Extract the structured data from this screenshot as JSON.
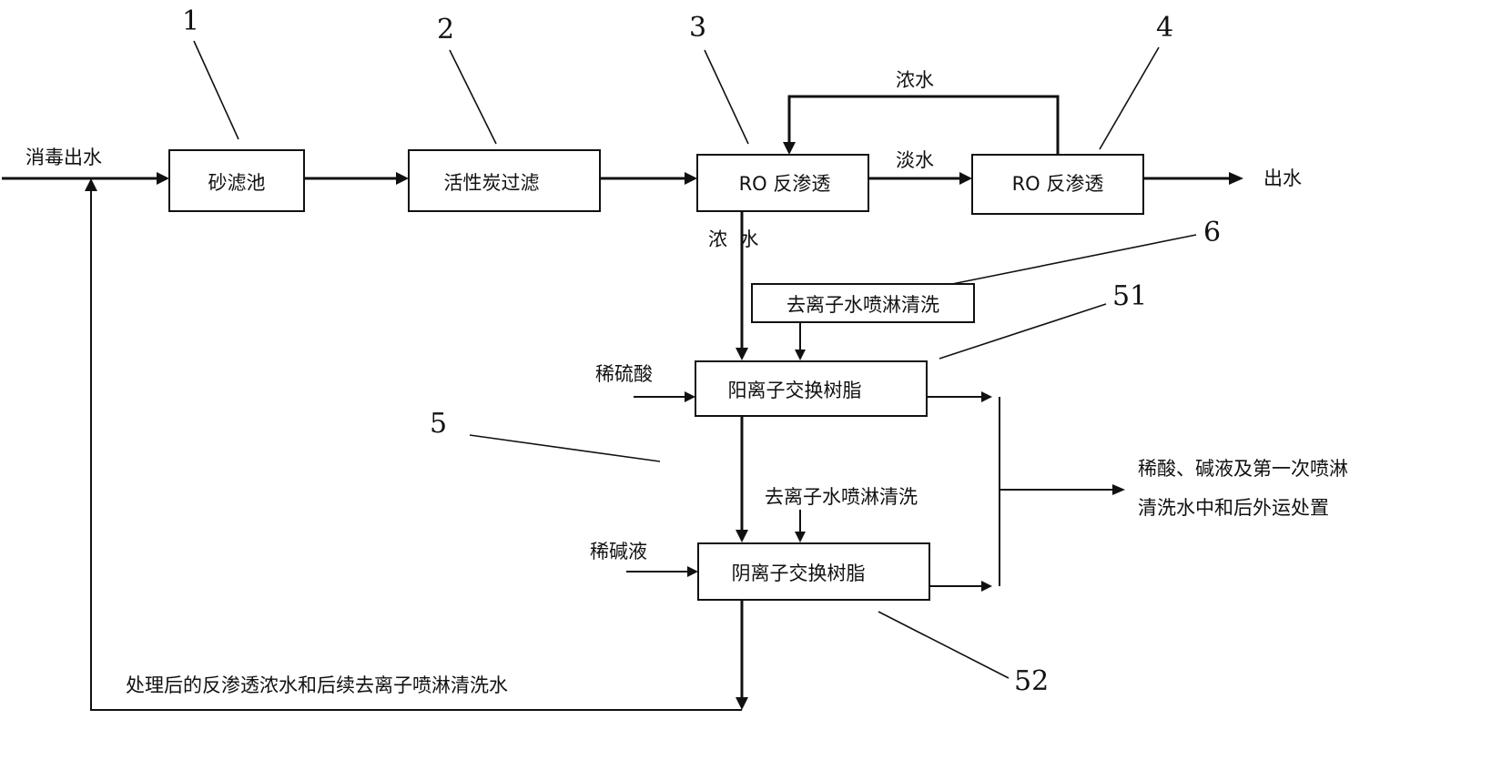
{
  "boxes": {
    "sand_filter": "砂滤池",
    "carbon_filter": "活性炭过滤",
    "ro1": "RO 反渗透",
    "ro2": "RO 反渗透",
    "cation_resin": "阳离子交换树脂",
    "anion_resin": "阴离子交换树脂",
    "deionized_rinse_1": "去离子水喷淋清洗"
  },
  "labels": {
    "inlet": "消毒出水",
    "outlet": "出水",
    "concentrate_top": "浓水",
    "permeate": "淡水",
    "concentrate_down": "浓  水",
    "dilute_acid": "稀硫酸",
    "dilute_alkali": "稀碱液",
    "deionized_rinse_2": "去离子水喷淋清洗",
    "waste_line1": "稀酸、碱液及第一次喷淋",
    "waste_line2": "清洗水中和后外运处置",
    "recycle": "处理后的反渗透浓水和后续去离子喷淋清洗水"
  },
  "refs": {
    "r1": "1",
    "r2": "2",
    "r3": "3",
    "r4": "4",
    "r6": "6",
    "r51": "51",
    "r5": "5",
    "r52": "52"
  }
}
